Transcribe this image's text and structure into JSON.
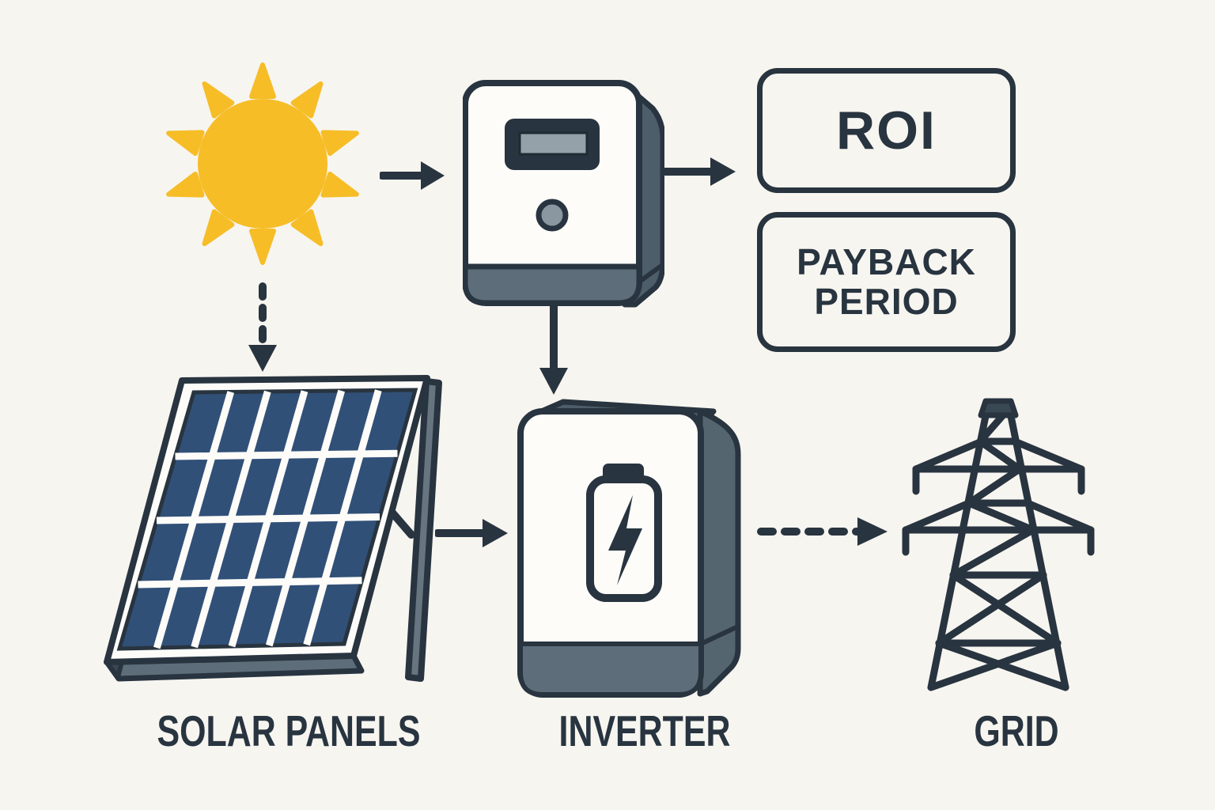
{
  "diagram": {
    "type": "flow-diagram",
    "background": "#f7f5f0",
    "colors": {
      "ink": "#28343f",
      "panel_gray": "#5d6d79",
      "side_gray": "#55656f",
      "sun_yellow": "#f6bd27",
      "solar_cell_blue": "#315078",
      "screen_gray": "#95a1a9",
      "white": "#fdfcf9"
    },
    "nodes": {
      "sun": {
        "icon": "sun-icon"
      },
      "meter": {
        "icon": "electric-meter-icon"
      },
      "roi_box": {
        "label": "ROI"
      },
      "payback_box": {
        "label": "PAYBACK PERIOD"
      },
      "solar_panels": {
        "label": "SOLAR PANELS",
        "icon": "solar-panel-icon"
      },
      "inverter": {
        "label": "INVERTER",
        "icon": "inverter-battery-icon"
      },
      "grid": {
        "label": "GRID",
        "icon": "transmission-tower-icon"
      }
    },
    "connections": [
      {
        "from": "sun",
        "to": "meter",
        "style": "solid-arrow"
      },
      {
        "from": "sun",
        "to": "solar_panels",
        "style": "dashed-arrow"
      },
      {
        "from": "meter",
        "to": "roi_box",
        "style": "solid-arrow"
      },
      {
        "from": "meter",
        "to": "inverter",
        "style": "solid-arrow"
      },
      {
        "from": "solar_panels",
        "to": "inverter",
        "style": "solid-arrow"
      },
      {
        "from": "inverter",
        "to": "grid",
        "style": "dashed-arrow"
      }
    ]
  }
}
